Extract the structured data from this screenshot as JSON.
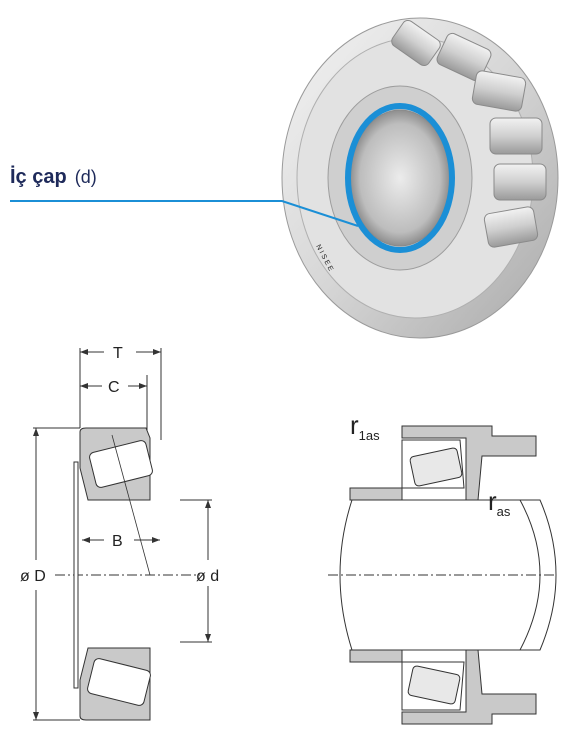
{
  "callout": {
    "term": "İç çap",
    "symbol": "(d)"
  },
  "dimensions": {
    "T": "T",
    "C": "C",
    "B": "B",
    "D": "ø D",
    "d": "ø d"
  },
  "mounting": {
    "r1as_main": "r",
    "r1as_sub": "1as",
    "ras_main": "r",
    "ras_sub": "as"
  },
  "colors": {
    "highlight_ring": "#1b8fd6",
    "leader_line": "#1b8fd6",
    "callout_text": "#1e2a5a",
    "section_fill": "#c9c9c9",
    "outline": "#333333"
  }
}
